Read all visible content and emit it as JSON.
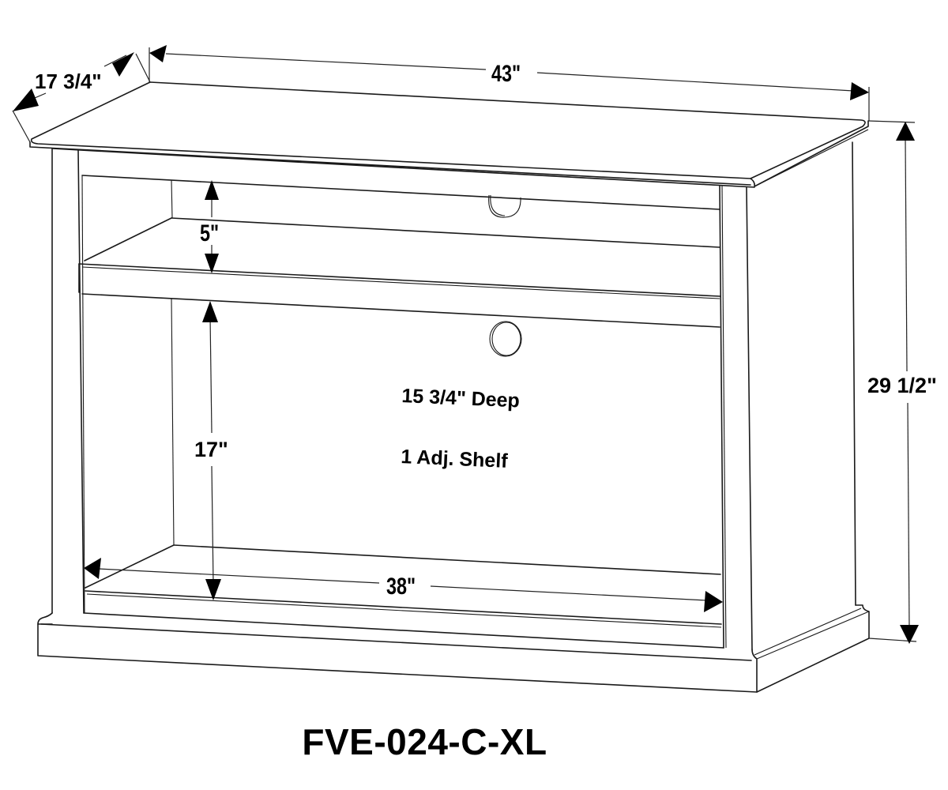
{
  "diagram": {
    "type": "furniture-dimension-drawing",
    "subject": "TV stand / media cabinet, open front with one adjustable shelf",
    "model_number": "FVE-024-C-XL",
    "dimensions": {
      "overall_width": "43\"",
      "overall_depth": "17 3/4\"",
      "overall_height": "29 1/2\"",
      "inner_width": "38\"",
      "upper_opening_height": "5\"",
      "lower_opening_height": "17\""
    },
    "notes": {
      "interior_depth": "15 3/4\" Deep",
      "shelf": "1 Adj. Shelf"
    },
    "features": [
      "Two cord-access holes in back panel",
      "Rounded-edge top",
      "Molded base plinth"
    ],
    "colors": {
      "line": "#1a1a1a",
      "background": "#ffffff",
      "text": "#000000"
    }
  }
}
